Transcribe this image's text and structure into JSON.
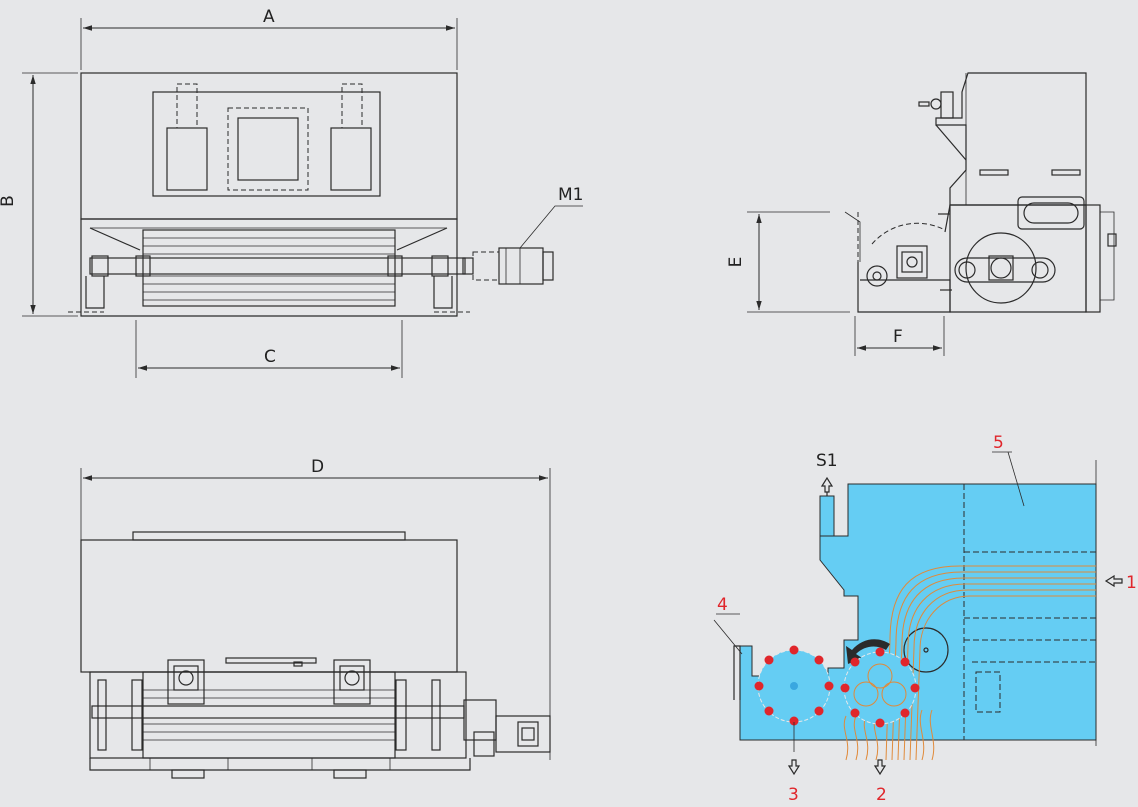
{
  "dimensions": {
    "a": "A",
    "b": "B",
    "c": "C",
    "d": "D",
    "e": "E",
    "f": "F"
  },
  "components": {
    "motor": "M1",
    "outlet_s1": "S1"
  },
  "callouts": {
    "inlet": "1",
    "outlet_2": "2",
    "outlet_3": "3",
    "scraper": "4",
    "tank": "5"
  },
  "colors": {
    "tank_fill": "#65cdf3",
    "callout_red": "#e0262b",
    "flow_orange": "#e08a3a",
    "background": "#e6e7e9"
  }
}
